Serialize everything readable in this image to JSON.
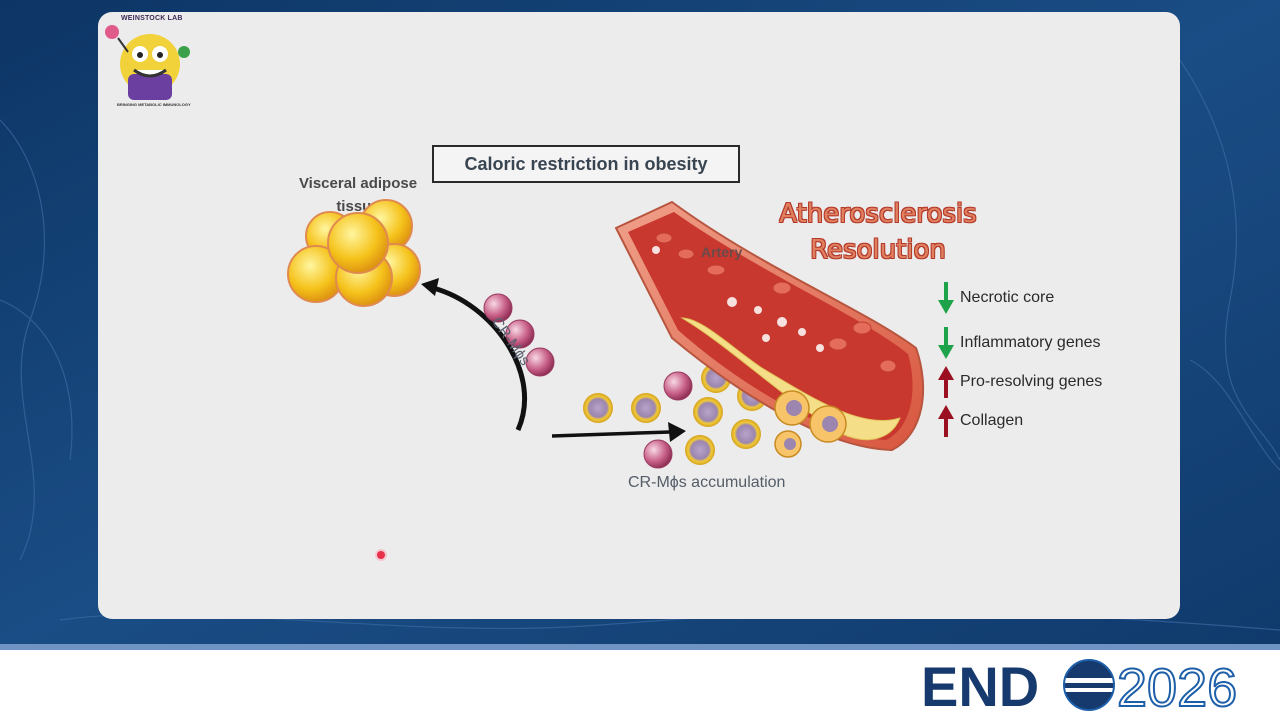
{
  "slide": {
    "lab_logo": {
      "name": "WEINSTOCK LAB",
      "tagline": "BRINGING METABOLIC IMMUNOLOGY"
    },
    "title": "Caloric restriction in obesity",
    "vat_label": "Visceral adipose tissue",
    "athero_title_line1": "Atherosclerosis",
    "athero_title_line2": "Resolution",
    "artery_label": "Artery",
    "migration_label": "CR-Mϕs",
    "accumulation_label": "CR-Mϕs accumulation",
    "effects": [
      {
        "label": "Necrotic core",
        "direction": "down",
        "color": "#1fa34a"
      },
      {
        "label": "Inflammatory genes",
        "direction": "down",
        "color": "#1fa34a"
      },
      {
        "label": "Pro-resolving genes",
        "direction": "up",
        "color": "#9b1020"
      },
      {
        "label": "Collagen",
        "direction": "up",
        "color": "#9b1020"
      }
    ]
  },
  "footer": {
    "logo_word": "END",
    "logo_year": "2026",
    "brand_color": "#163a6e",
    "accent_color": "#1d5fa8"
  }
}
